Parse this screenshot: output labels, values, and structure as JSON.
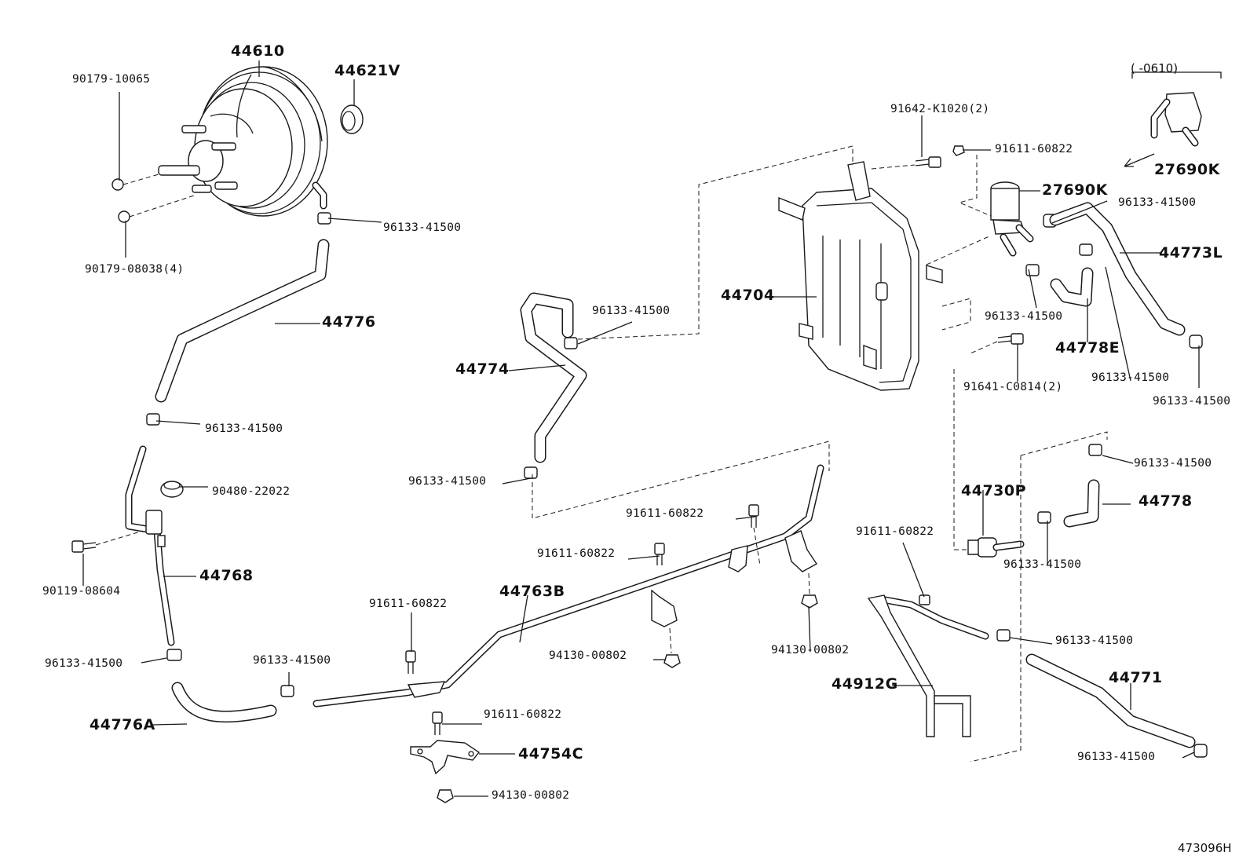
{
  "labels": {
    "booster": "44610",
    "booster_seal": "44621V",
    "stud_nut_top": "90179-10065",
    "stud_nut_bottom": "90179-08038(4)",
    "clamp_booster": "96133-41500",
    "hose_44776": "44776",
    "clamp_44776_lower": "96133-41500",
    "grommet": "90480-22022",
    "bolt_44768": "90119-08604",
    "pipe_44768": "44768",
    "clamp_44768_lower": "96133-41500",
    "hose_44776A": "44776A",
    "clamp_44776A": "96133-41500",
    "tank_bolt_k1020": "91642-K1020(2)",
    "valve_bolt_top": "91611-60822",
    "vsv_center": "27690K",
    "vsv_inset": "27690K",
    "inset_period": "( -0610)",
    "clamp_vsv": "96133-41500",
    "hose_44773L": "44773L",
    "tank": "44704",
    "clamp_tank_upper": "96133-41500",
    "hose_44774": "44774",
    "clamp_44774_lower": "96133-41500",
    "clamp_tank_mid": "96133-41500",
    "hose_44778E": "44778E",
    "tank_bolt_c0814": "91641-C0814(2)",
    "clamp_44773L_lower_a": "96133-41500",
    "clamp_44773L_lower_b": "96133-41500",
    "clamp_44778_top": "96133-41500",
    "hose_44778": "44778",
    "check_valve": "44730P",
    "bolt_check_valve": "91611-60822",
    "clamp_check_valve": "96133-41500",
    "bolt_pipe_right": "91611-60822",
    "bolt_pipe_mid": "91611-60822",
    "pipe_44763B": "44763B",
    "bolt_pipe_left": "91611-60822",
    "clamp_pipe_left": "96133-41500",
    "nut_pipe_mid": "94130-00802",
    "nut_pipe_right": "94130-00802",
    "bolt_bracket": "91611-60822",
    "bracket_44754C": "44754C",
    "nut_bracket": "94130-00802",
    "bracket_44912G": "44912G",
    "clamp_44771_upper": "96133-41500",
    "hose_44771": "44771",
    "clamp_44771_lower": "96133-41500",
    "diagram_id": "473096H"
  }
}
